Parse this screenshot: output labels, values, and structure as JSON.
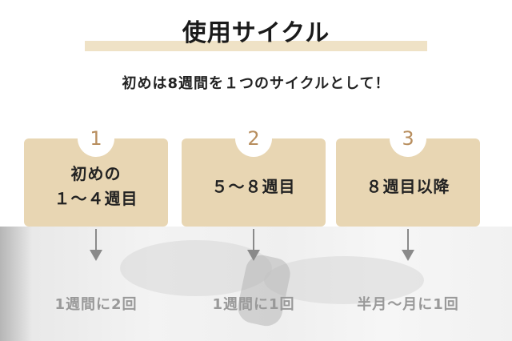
{
  "header": {
    "title": "使用サイクル",
    "subtitle": "初めは8週間を１つのサイクルとして！"
  },
  "steps": [
    {
      "number": "1",
      "label_line1": "初めの",
      "label_line2": "１～４週目",
      "frequency": "1週間に2回"
    },
    {
      "number": "2",
      "label_line1": "５～８週目",
      "label_line2": "",
      "frequency": "1週間に1回"
    },
    {
      "number": "3",
      "label_line1": "８週目以降",
      "label_line2": "",
      "frequency": "半月～月に1回"
    }
  ],
  "colors": {
    "accent_box": "#e8d6b3",
    "accent_number": "#b88e5e",
    "title_underline": "#efe2c6",
    "frequency_text": "#999999"
  }
}
